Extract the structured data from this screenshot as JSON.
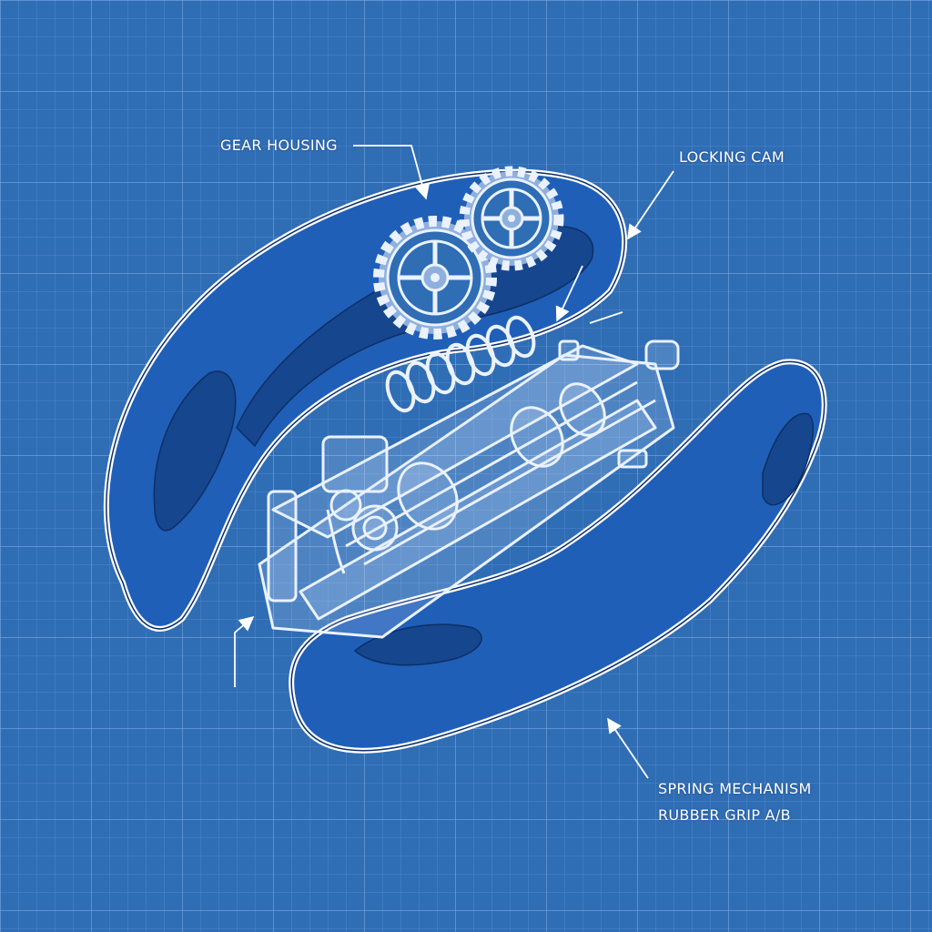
{
  "colors": {
    "background": "#2f6db5",
    "grid_minor": "#5a8fd0",
    "grid_major": "#7aa7de",
    "grip_fill": "#1f5fb8",
    "grip_shade": "#16468d",
    "outline": "#ffffff",
    "mechanism_stroke": "#eaf2ff",
    "gear_fill": "#8fb0de"
  },
  "labels": {
    "gear_housing": "GEAR HOUSING",
    "locking_cam": "LOCKING CAM",
    "spring_mechanism": "SPRING MECHANISM",
    "rubber_grip": "RUBBER GRIP A/B"
  }
}
